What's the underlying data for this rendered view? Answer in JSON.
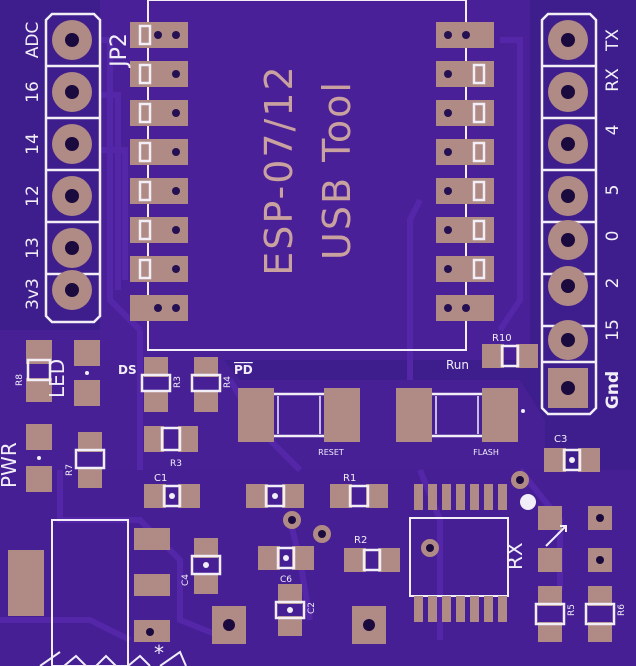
{
  "board": {
    "title_line1": "ESP-07/12",
    "title_line2": "USB Tool",
    "connector_label": "JP2",
    "colors": {
      "substrate": "#3e1e8c",
      "mask": "#4a2099",
      "copper": "#b08a84",
      "silk": "#f1eef8"
    }
  },
  "left_header": {
    "labels": [
      "ADC",
      "16",
      "14",
      "12",
      "13",
      "3v3"
    ]
  },
  "right_header": {
    "labels": [
      "TX",
      "RX",
      "4",
      "5",
      "0",
      "2",
      "15",
      "Gnd"
    ]
  },
  "components": {
    "ds": "DS",
    "pd": "PD",
    "run": "Run",
    "r10": "R10",
    "r8": "R8",
    "led": "LED",
    "r3a": "R3",
    "r4": "R4",
    "r3b": "R3",
    "reset": "RESET",
    "flash": "FLASH",
    "pwr": "PWR",
    "r7": "R7",
    "c1": "C1",
    "r1": "R1",
    "r2": "R2",
    "c4": "C4",
    "c6": "C6",
    "c2": "C2",
    "c3": "C3",
    "rx": "RX",
    "r5": "R5",
    "r6": "R6",
    "star": "*"
  }
}
